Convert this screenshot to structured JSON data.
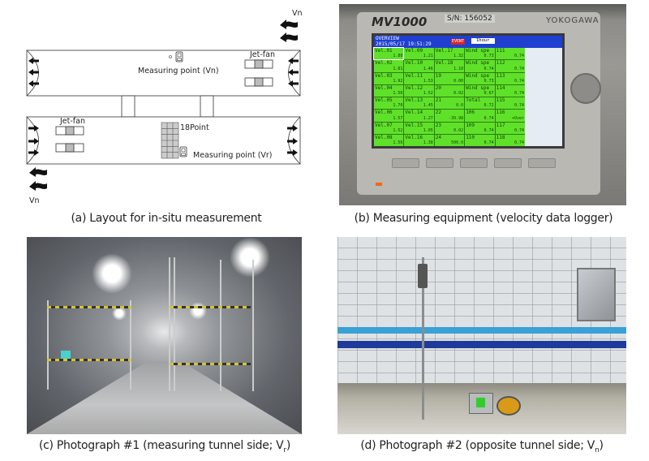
{
  "panel_a": {
    "flow_label_top": "Vn",
    "flow_label_bottom": "Vn",
    "jetfan_top": "Jet-fan",
    "jetfan_bottom": "Jet-fan",
    "measuring_point_vn": "Measuring point (Vn)",
    "measuring_point_vr": "Measuring point (Vr)",
    "grid_points": "18Point",
    "caption": "(a) Layout for in-situ measurement"
  },
  "panel_b": {
    "device_model": "MV1000",
    "serial": "S/N: 156052",
    "maker": "YOKOGAWA",
    "screen_title": "OVERVIEW",
    "screen_datetime": "2015/05/17 19:51:29",
    "screen_event": "EVENT",
    "screen_interval": "1hour",
    "cells": [
      [
        "Vel.01",
        "1.80"
      ],
      [
        "Vel.09",
        "1.21"
      ],
      [
        "Vel.17",
        "1.32"
      ],
      [
        "Wind spe",
        "0.73"
      ],
      [
        "111",
        "0.74"
      ],
      [
        "Vel.02",
        "1.81"
      ],
      [
        "Vel.10",
        "1.46"
      ],
      [
        "Vel.18",
        "1.10"
      ],
      [
        "Wind spe",
        "0.74"
      ],
      [
        "112",
        "0.74"
      ],
      [
        "Vel.03",
        "1.92"
      ],
      [
        "Vel.11",
        "1.53"
      ],
      [
        "19",
        "0.00"
      ],
      [
        "Wind spe",
        "0.73"
      ],
      [
        "113",
        "0.74"
      ],
      [
        "Vel.04",
        "1.56"
      ],
      [
        "Vel.12",
        "1.52"
      ],
      [
        "20",
        "0.02"
      ],
      [
        "Wind spe",
        "0.67"
      ],
      [
        "114",
        "0.74"
      ],
      [
        "Vel.05",
        "1.70"
      ],
      [
        "Vel.13",
        "1.45"
      ],
      [
        "21",
        "0.0"
      ],
      [
        "Total",
        "0.72"
      ],
      [
        "115",
        "0.74"
      ],
      [
        "Vel.06",
        "1.57"
      ],
      [
        "Vel.14",
        "1.27"
      ],
      [
        "22",
        "-39.98"
      ],
      [
        "106",
        "0.74"
      ],
      [
        "116",
        "+Over"
      ],
      [
        "Vel.07",
        "1.52"
      ],
      [
        "Vel.15",
        "1.05"
      ],
      [
        "23",
        "0.02"
      ],
      [
        "109",
        "0.74"
      ],
      [
        "117",
        "0.74"
      ],
      [
        "Vel.08",
        "1.56"
      ],
      [
        "Vel.16",
        "1.38"
      ],
      [
        "24",
        "500.0"
      ],
      [
        "110",
        "0.74"
      ],
      [
        "118",
        "0.74"
      ]
    ],
    "caption": "(b) Measuring equipment (velocity data logger)"
  },
  "panel_c": {
    "caption_main": "(c) Photograph #1 (measuring tunnel side; V",
    "caption_sub": "r",
    "caption_end": ")"
  },
  "panel_d": {
    "caption_main": "(d) Photograph #2 (opposite tunnel side; V",
    "caption_sub": "n",
    "caption_end": ")"
  },
  "colors": {
    "screen_green": "#5fe12a",
    "screen_header": "#1f3fd1",
    "tile_stripe_light": "#3aa0d8",
    "tile_stripe_dark": "#1f3b9a"
  }
}
